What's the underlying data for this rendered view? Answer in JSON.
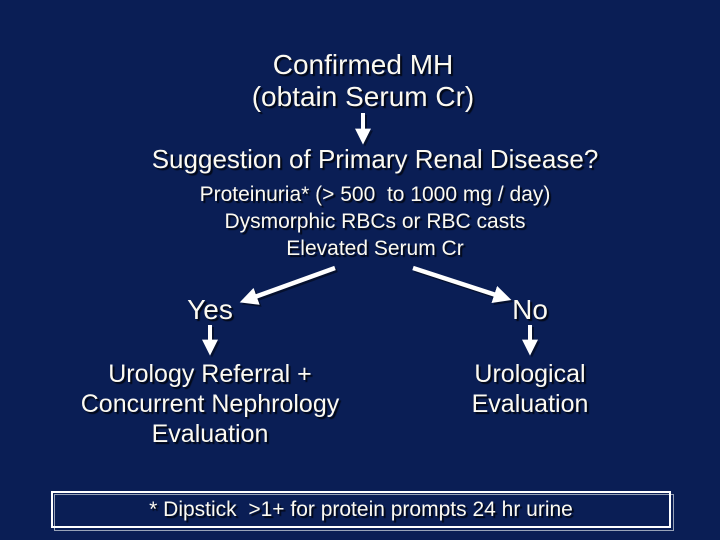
{
  "slide": {
    "background_color": "#0A1E55",
    "text_color": "#FCFAF2",
    "arrow_color": "#FFFFFF",
    "box_shadow_color": "#98A3B8",
    "title": {
      "line1": "Confirmed MH",
      "line2": "(obtain Serum Cr)"
    },
    "question": {
      "heading": "Suggestion of Primary Renal Disease?",
      "criteria": [
        "Proteinuria* (> 500  to 1000 mg / day)",
        "Dysmorphic RBCs or RBC casts",
        "Elevated Serum Cr"
      ]
    },
    "branches": {
      "yes": {
        "label": "Yes",
        "outcome": [
          "Urology Referral +",
          "Concurrent Nephrology",
          "Evaluation"
        ]
      },
      "no": {
        "label": "No",
        "outcome": [
          "Urological",
          "Evaluation"
        ]
      }
    },
    "footnote": "* Dipstick  >1+ for protein prompts 24 hr urine"
  }
}
